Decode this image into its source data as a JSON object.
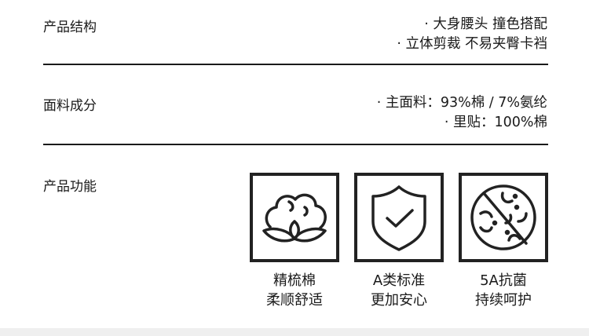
{
  "sections": [
    {
      "label": "产品结构",
      "values": [
        "· 大身腰头 撞色搭配",
        "· 立体剪裁 不易夹臀卡裆"
      ]
    },
    {
      "label": "面料成分",
      "values": [
        "· 主面料：93%棉 / 7%氨纶",
        "· 里贴：100%棉"
      ]
    },
    {
      "label": "产品功能"
    }
  ],
  "features": [
    {
      "icon": "cotton-icon",
      "line1": "精梳棉",
      "line2": "柔顺舒适"
    },
    {
      "icon": "shield-check-icon",
      "line1": "A类标准",
      "line2": "更加安心"
    },
    {
      "icon": "antibacterial-icon",
      "line1": "5A抗菌",
      "line2": "持续呵护"
    }
  ]
}
